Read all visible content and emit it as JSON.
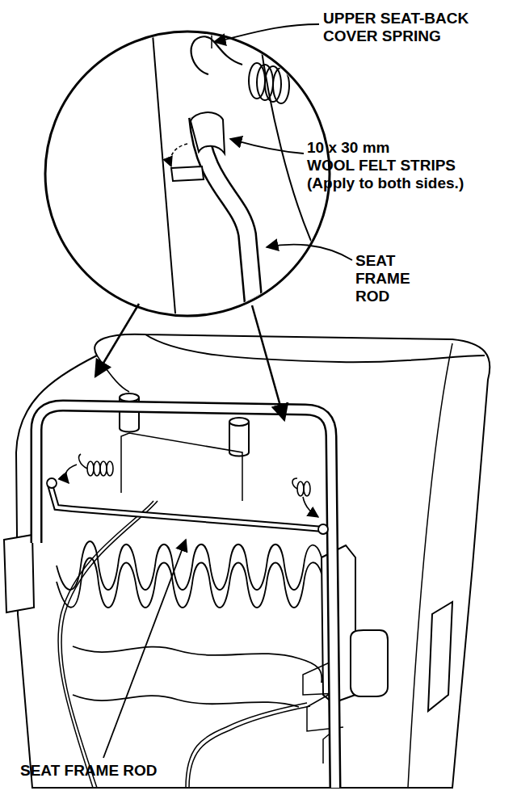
{
  "diagram": {
    "labels": [
      "UPPER SEAT-BACK COVER SPRING",
      "10 x 30 mm WOOL FELT STRIPS (Apply to both sides.)",
      "SEAT FRAME ROD",
      "SEAT FRAME ROD"
    ]
  }
}
